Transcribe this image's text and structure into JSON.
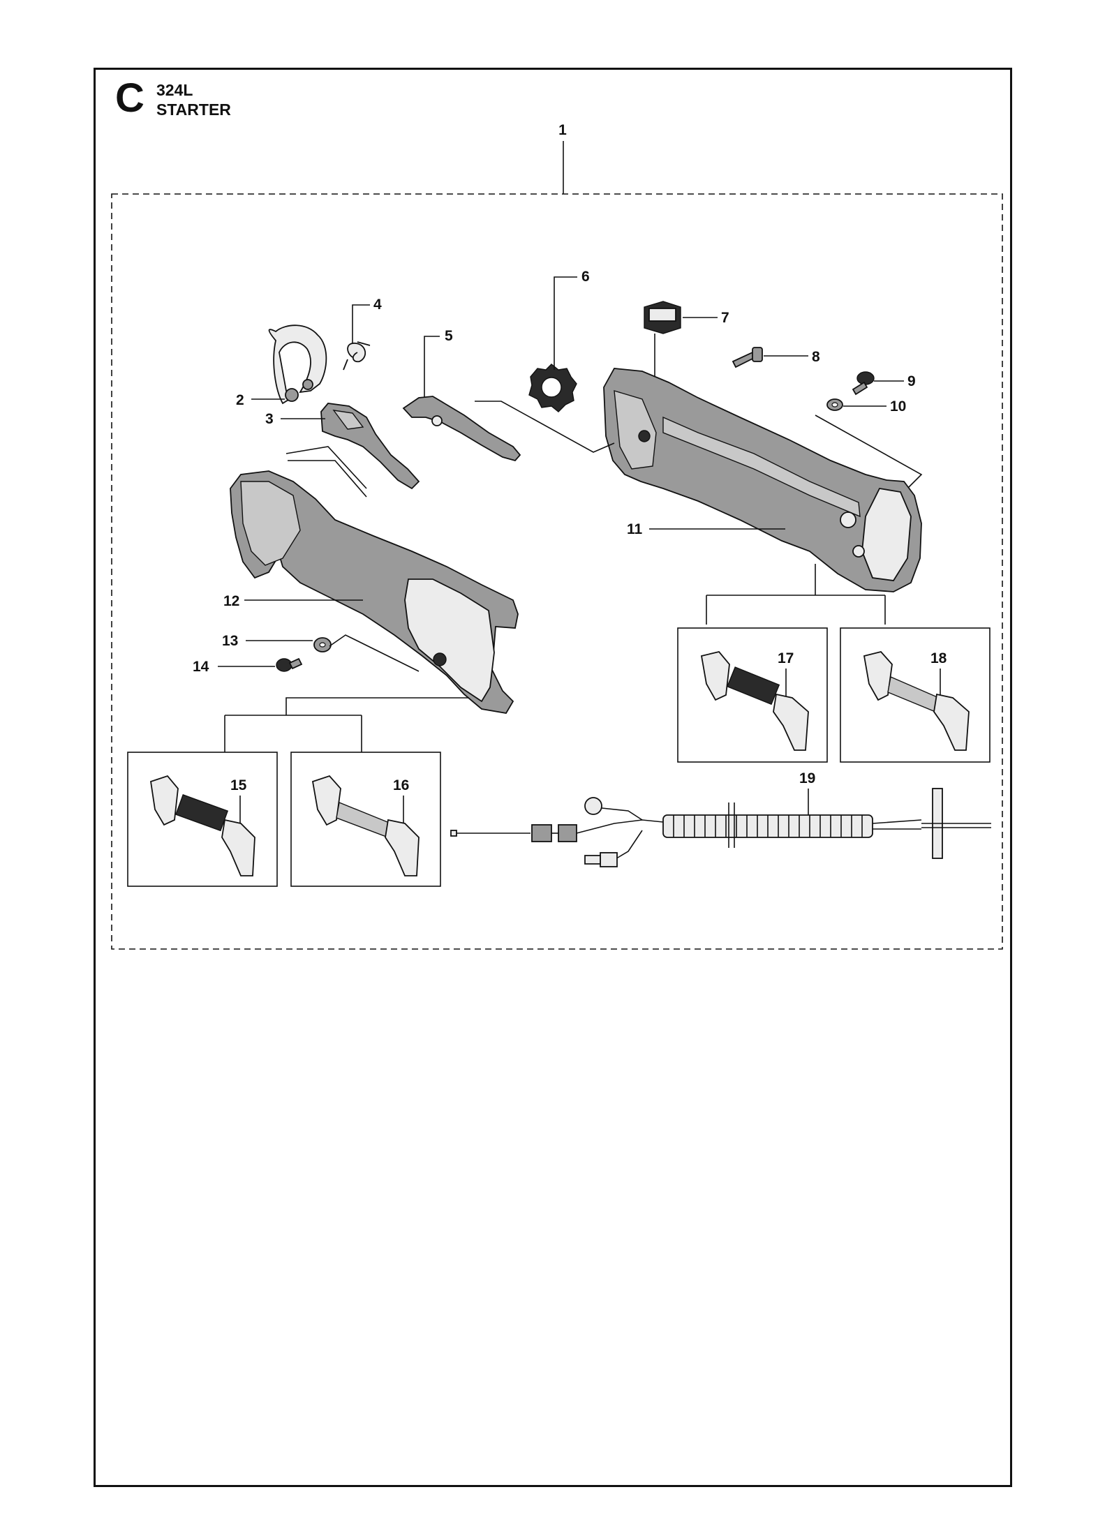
{
  "header": {
    "section_letter": "C",
    "model": "324L",
    "title": "STARTER"
  },
  "callouts": {
    "p1": "1",
    "p2": "2",
    "p3": "3",
    "p4": "4",
    "p5": "5",
    "p6": "6",
    "p7": "7",
    "p8": "8",
    "p9": "9",
    "p10": "10",
    "p11": "11",
    "p12": "12",
    "p13": "13",
    "p14": "14",
    "p15": "15",
    "p16": "16",
    "p17": "17",
    "p18": "18",
    "p19": "19"
  }
}
